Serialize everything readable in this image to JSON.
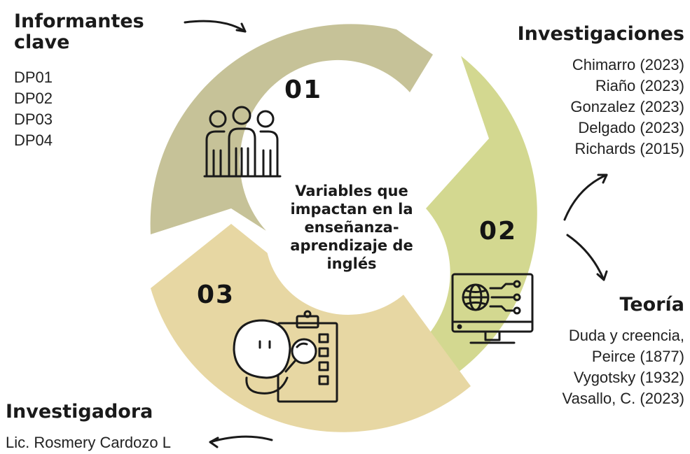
{
  "center_title": "Variables que impactan en la enseñanza-aprendizaje de inglés",
  "segments": [
    {
      "number": "01",
      "color": "#c6c298",
      "icon": "group-of-people-icon"
    },
    {
      "number": "02",
      "color": "#d3d890",
      "icon": "monitor-globe-icon"
    },
    {
      "number": "03",
      "color": "#e7d7a3",
      "icon": "person-checklist-magnifier-icon"
    }
  ],
  "informantes": {
    "heading": "Informantes clave",
    "items": [
      "DP01",
      "DP02",
      "DP03",
      "DP04"
    ]
  },
  "investigaciones": {
    "heading": "Investigaciones",
    "items": [
      "Chimarro (2023)",
      "Riaño (2023)",
      "Gonzalez (2023)",
      "Delgado (2023)",
      "Richards (2015)"
    ]
  },
  "teoria": {
    "heading": "Teoría",
    "items": [
      "Duda y creencia,",
      "Peirce (1877)",
      "Vygotsky (1932)",
      "Vasallo, C. (2023)"
    ]
  },
  "investigadora": {
    "heading": "Investigadora",
    "items": [
      "Lic. Rosmery Cardozo L"
    ]
  }
}
